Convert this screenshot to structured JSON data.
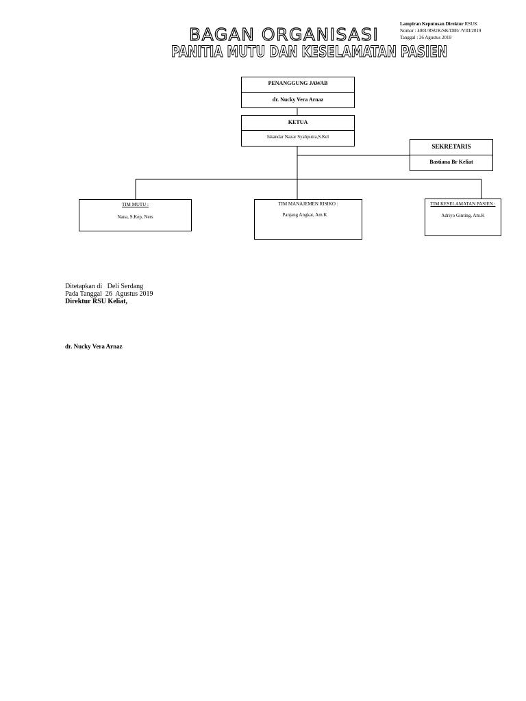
{
  "attachment": {
    "line1_bold": "Lampiran Keputusan Direktur",
    "line1_rest": "RSUK",
    "line2": "Nomor : 4001/RSUK/SK/DIR/ /VIII/2019",
    "line3": "Tanggal : 26 Agustus 2019"
  },
  "title": {
    "line1": "BAGAN ORGANISASI",
    "line2": "PANITIA MUTU DAN KESELAMATAN PASIEN"
  },
  "org": {
    "penanggung_jawab": {
      "role": "PENANGGUNG JAWAB",
      "name": "dr. Nucky Vera Arnaz"
    },
    "ketua": {
      "role": "KETUA",
      "name": "Iskandar Nazar Syahputra,S.Kel"
    },
    "sekretaris": {
      "role": "SEKRETARIS",
      "name": "Bastiana Br Keliat"
    },
    "tim_mutu": {
      "role": "TIM MUTU :",
      "name": "Nana, S.Kep, Ners"
    },
    "tim_manajemen_risiko": {
      "role": "TIM MANAJEMEN RISIKO :",
      "name": "Panjang Angkat, Am.K"
    },
    "tim_keselamatan": {
      "role": "TIM KESELAMATAN PASIEN :",
      "name": "Adriyo Ginting, Am.K"
    }
  },
  "signature": {
    "line1": "Ditetapkan di   Deli Serdang",
    "line2": "Pada Tanggal  26  Agustus 2019",
    "line3": "Direktur RSU Keliat,",
    "name": "dr. Nucky Vera Arnaz"
  }
}
